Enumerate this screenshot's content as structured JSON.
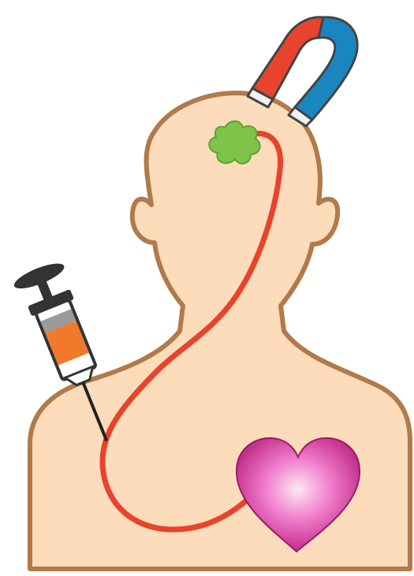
{
  "colors": {
    "background": "#ffffff",
    "skin": "#fcdcba",
    "outline": "#b07a4a",
    "blood_vessel": "#e8432d",
    "tumor": "#7fc34a",
    "tumor_outline": "#5fa233",
    "magnet_red": "#e8432d",
    "magnet_blue": "#1a86c0",
    "magnet_tip": "#f2f2f2",
    "heart_center": "#fde8f4",
    "heart_mid": "#f07ccc",
    "heart_edge": "#b8207a",
    "syringe_liquid": "#f07a2a",
    "syringe_dark": "#333333",
    "syringe_gray": "#9a9a9a",
    "syringe_barrel": "#ffffff"
  },
  "parts": [
    {
      "name": "person-silhouette",
      "icon": "person-icon"
    },
    {
      "name": "magnet",
      "icon": "horseshoe-magnet-icon"
    },
    {
      "name": "syringe",
      "icon": "syringe-icon"
    },
    {
      "name": "tumor",
      "icon": "tumor-icon"
    },
    {
      "name": "heart",
      "icon": "heart-icon"
    },
    {
      "name": "blood-vessel",
      "icon": "vessel-path-icon"
    }
  ]
}
